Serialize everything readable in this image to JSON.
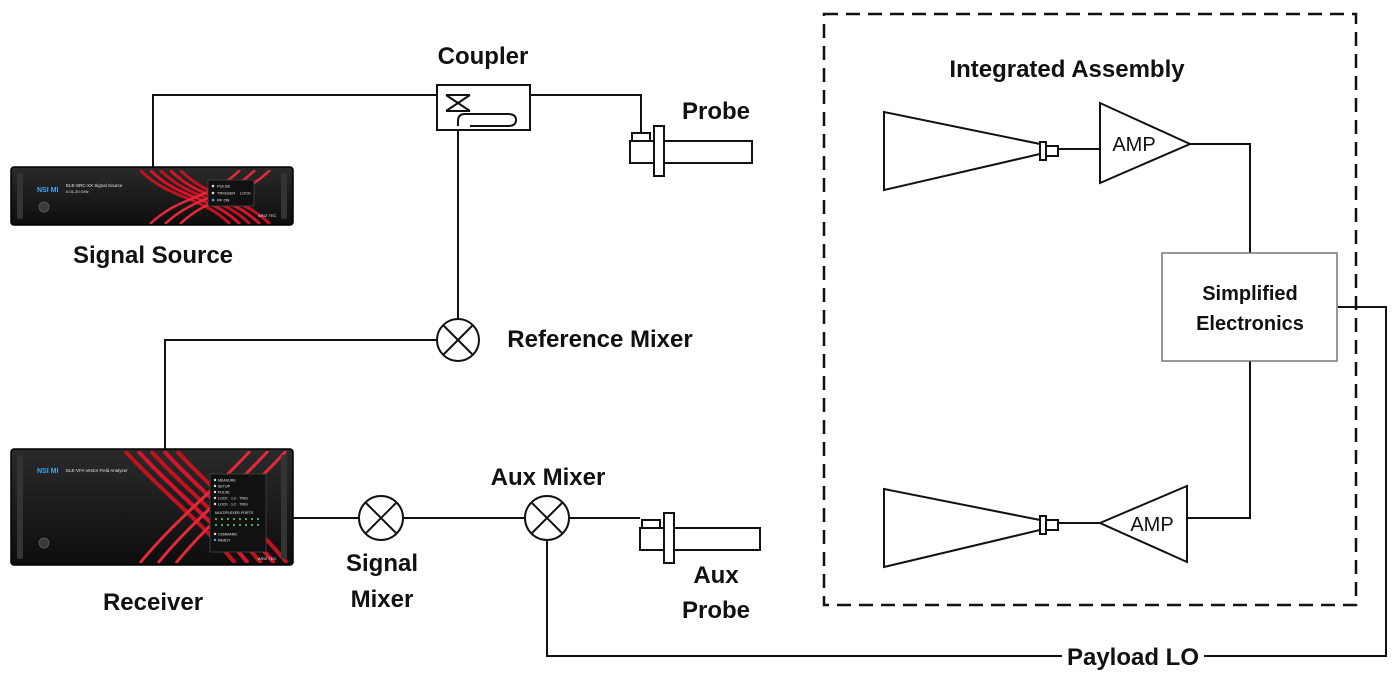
{
  "labels": {
    "coupler": "Coupler",
    "probe": "Probe",
    "signal_source": "Signal Source",
    "reference_mixer": "Reference Mixer",
    "receiver": "Receiver",
    "signal_mixer_line1": "Signal",
    "signal_mixer_line2": "Mixer",
    "aux_mixer": "Aux Mixer",
    "aux_probe_line1": "Aux",
    "aux_probe_line2": "Probe",
    "integrated_assembly": "Integrated Assembly",
    "amp_top": "AMP",
    "amp_bottom": "AMP",
    "electronics_line1": "Simplified",
    "electronics_line2": "Electronics",
    "payload_lo": "Payload LO"
  },
  "devices": {
    "signal_source": {
      "brand": "NSI MI",
      "model": "ELE-SRC-XX Signal Source",
      "range": "0.01-20 GHz",
      "indicators": [
        "PULSE",
        "TRIGGER",
        "RF ON"
      ],
      "indicator_right": "LOCK",
      "footer": "ARIZ·TEC"
    },
    "receiver": {
      "brand": "NSI MI",
      "model": "ELE-VFA Vector Field Analyzer",
      "indicators": [
        "MEASURE",
        "SETUP",
        "PULSE",
        "LOCK · 1-2 · TRIG",
        "LOCK · 1-2 · TRIG"
      ],
      "section": "MULTIPLEXER PORTS",
      "status": [
        "COMMAND",
        "READY"
      ],
      "footer": "ARIZ·TEC"
    }
  },
  "colors": {
    "line": "#111111",
    "device_body": "#1a1a1a",
    "device_accent": "#d4142a",
    "brand_blue": "#3fa9f5"
  }
}
